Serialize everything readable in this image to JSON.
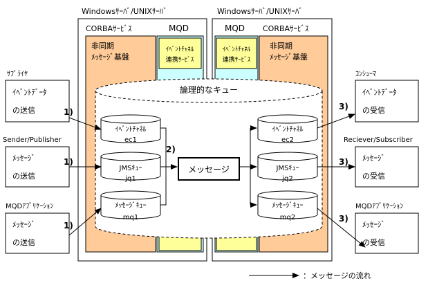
{
  "colors": {
    "corba_fill": "#ffcc99",
    "mqd_fill": "#ccffff",
    "event_box_fill": "#ffff99",
    "line": "#000000",
    "background": "#ffffff"
  },
  "servers": {
    "left_title": "Windowsｻｰﾊﾞ/UNIXｻｰﾊﾞ",
    "right_title": "Windowsｻｰﾊﾞ/UNIXｻｰﾊﾞ",
    "corba_label_left": "CORBAｻｰﾋﾞｽ",
    "corba_label_right": "CORBAｻｰﾋﾞｽ",
    "mqd_label_left": "MQD",
    "mqd_label_right": "MQD",
    "async_line1_left": "非同期",
    "async_line2_left": "ﾒｯｾｰｼﾞ基盤",
    "async_line1_right": "非同期",
    "async_line2_right": "ﾒｯｾｰｼﾞ基盤",
    "event_service_line1_left": "ｲﾍﾞﾝﾄﾁｬﾈﾙ",
    "event_service_line2_left": "連携ｻｰﾋﾞｽ",
    "event_service_line1_right": "ｲﾍﾞﾝﾄﾁｬﾈﾙ",
    "event_service_line2_right": "連携ｻｰﾋﾞｽ"
  },
  "logical_queue": {
    "label": "論理的なキュー"
  },
  "left_queues": [
    {
      "name": "ｲﾍﾞﾝﾄﾁｬﾈﾙ",
      "id": "ec1"
    },
    {
      "name": "JMSｷｭｰ",
      "id": "jq1"
    },
    {
      "name": "ﾒｯｾｰｼﾞｷｭｰ",
      "id": "mq1"
    }
  ],
  "right_queues": [
    {
      "name": "ｲﾍﾞﾝﾄﾁｬﾈﾙ",
      "id": "ec2"
    },
    {
      "name": "JMSｷｭｰ",
      "id": "jq2"
    },
    {
      "name": "ﾒｯｾｰｼﾞｷｭｰ",
      "id": "mq2"
    }
  ],
  "message_box": {
    "label": "メッセージ"
  },
  "senders": [
    {
      "heading": "ｻﾌﾟﾗｲﾔ",
      "line1": "ｲﾍﾞﾝﾄﾃﾞｰﾀ",
      "line2": "の送信",
      "step": "1)"
    },
    {
      "heading": "Sender/Publisher",
      "line1": "ﾒｯｾｰｼﾞ",
      "line2": "の送信",
      "step": "1)"
    },
    {
      "heading": "MQDｱﾌﾟﾘｹｰｼｮﾝ",
      "line1": "ﾒｯｾｰｼﾞ",
      "line2": "の送信",
      "step": "1)"
    }
  ],
  "receivers": [
    {
      "heading": "ｺﾝｼｭｰﾏ",
      "line1": "ｲﾍﾞﾝﾄﾃﾞｰﾀ",
      "line2": "の受信",
      "step": "3)"
    },
    {
      "heading": "Reciever/Subscriber",
      "line1": "ﾒｯｾｰｼﾞ",
      "line2": "の受信",
      "step": "3)"
    },
    {
      "heading": "MQDｱﾌﾟﾘｹｰｼｮﾝ",
      "line1": "ﾒｯｾｰｼﾞ",
      "line2": "の受信",
      "step": "3)"
    }
  ],
  "step2_label": "2)",
  "legend": {
    "label": "：メッセージの流れ"
  }
}
